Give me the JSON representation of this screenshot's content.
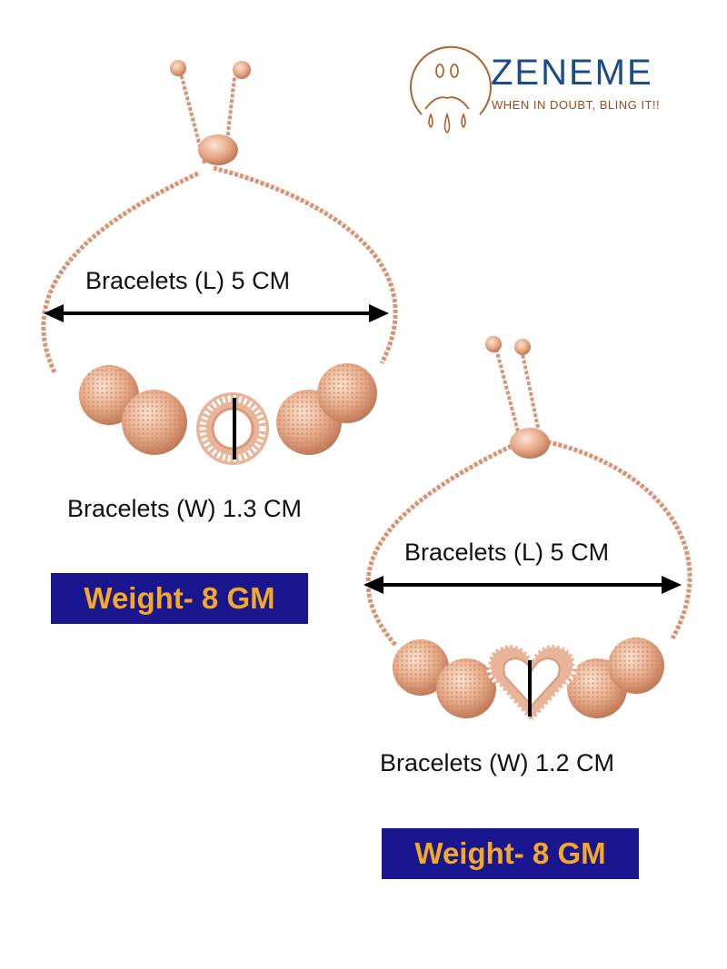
{
  "brand": {
    "name": "ZENEME",
    "tagline": "WHEN IN DOUBT, BLING IT!!",
    "colors": {
      "ring": "#b0622b",
      "name": "#1c4b8a",
      "tagline": "#9a4a1c"
    }
  },
  "bracelet_1": {
    "length_label": "Bracelets (L) 5 CM",
    "width_label": "Bracelets (W) 1.3 CM",
    "weight_label": "Weight- 8 GM",
    "center_motif": "circle"
  },
  "bracelet_2": {
    "length_label": "Bracelets (L) 5 CM",
    "width_label": "Bracelets (W) 1.2 CM",
    "weight_label": "Weight- 8 GM",
    "center_motif": "heart"
  },
  "colors": {
    "gold": "#e6a987",
    "gold_dark": "#b9714f",
    "gold_light": "#f8d9c6",
    "weight_bg": "#1a168f",
    "weight_text": "#f3a826",
    "arrow": "#000000"
  }
}
